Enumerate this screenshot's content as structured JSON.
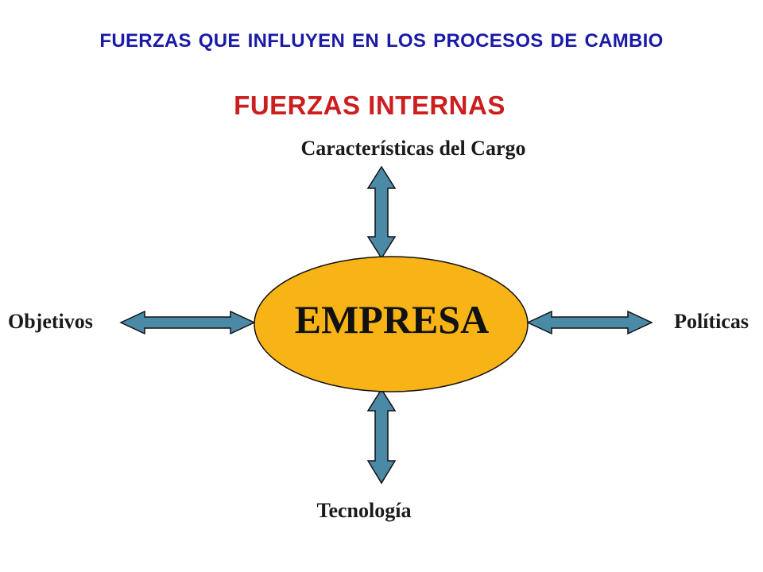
{
  "slide": {
    "title": "FUERZAS QUE INFLUYEN EN  LOS PROCESOS DE CAMBIO",
    "subtitle": "FUERZAS INTERNAS"
  },
  "diagram": {
    "center": "EMPRESA",
    "top": "Características del Cargo",
    "left": "Objetivos",
    "right": "Políticas",
    "bottom": "Tecnología"
  },
  "colors": {
    "title": "#1a1aa6",
    "subtitle": "#cc1e1e",
    "ellipse_fill": "#f8b416",
    "arrow_fill": "#4a8aa6",
    "outline": "#111111"
  }
}
